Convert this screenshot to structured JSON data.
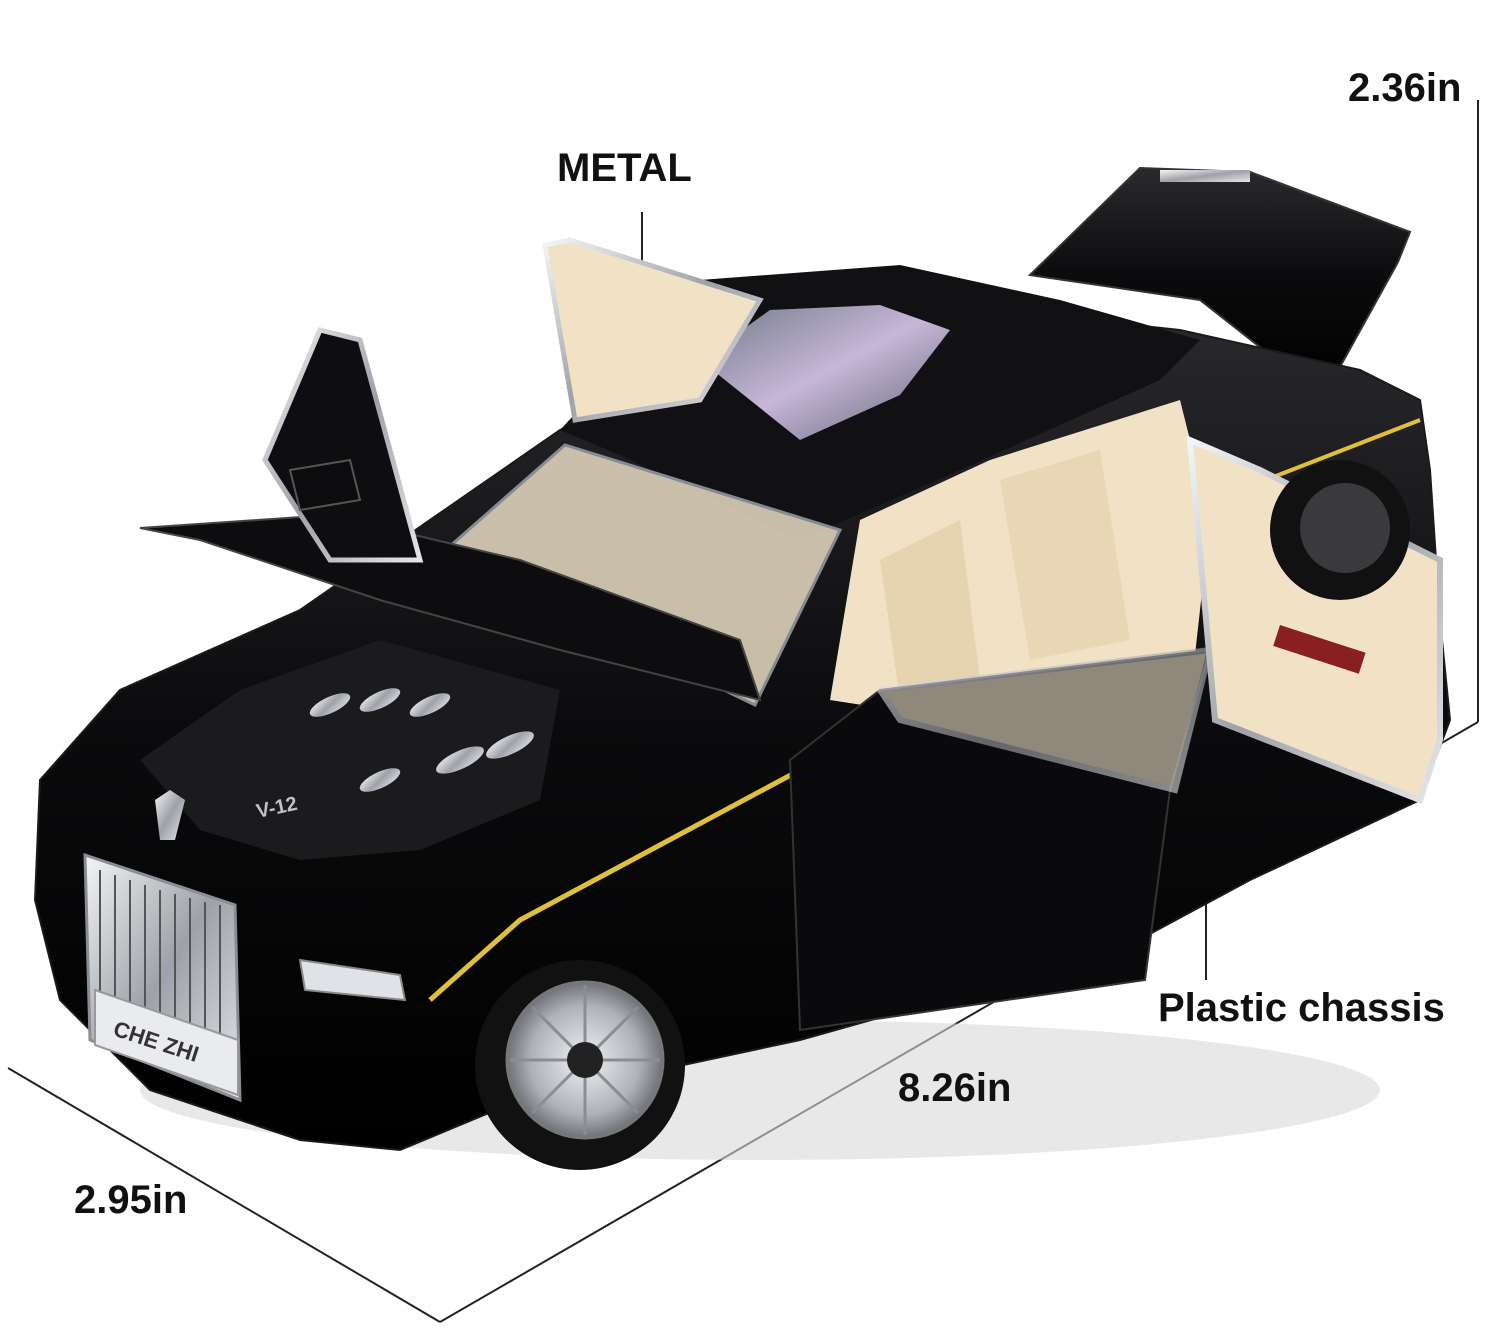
{
  "labels": {
    "metal": "METAL",
    "height": "2.36in",
    "plastic": "Plastic chassis",
    "length": "8.26in",
    "width": "2.95in"
  },
  "plate_text": "CHE ZHI",
  "engine_badge": "V-12",
  "colors": {
    "body": "#0b0b0d",
    "interior": "#f1e2c6",
    "pinstripe": "#e0c03a",
    "chrome": "#c9ccd1",
    "text": "#111111"
  }
}
